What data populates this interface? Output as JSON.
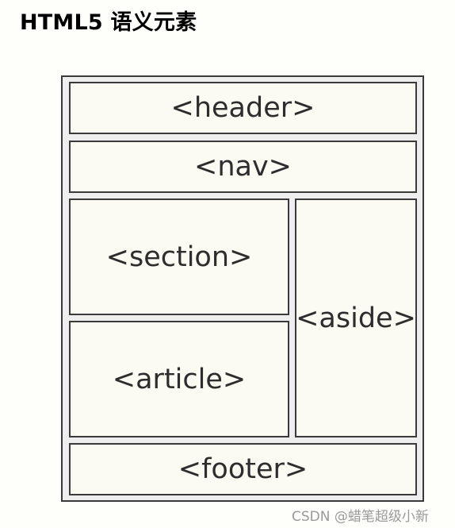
{
  "title": "HTML5 语义元素",
  "diagram": {
    "header": "<header>",
    "nav": "<nav>",
    "section": "<section>",
    "aside": "<aside>",
    "article": "<article>",
    "footer": "<footer>"
  },
  "watermark": "CSDN @蜡笔超级小新",
  "colors": {
    "background": "#fefefb",
    "box_fill": "#fbfaf3",
    "border": "#3a3a3a",
    "text": "#2d2d2d"
  }
}
